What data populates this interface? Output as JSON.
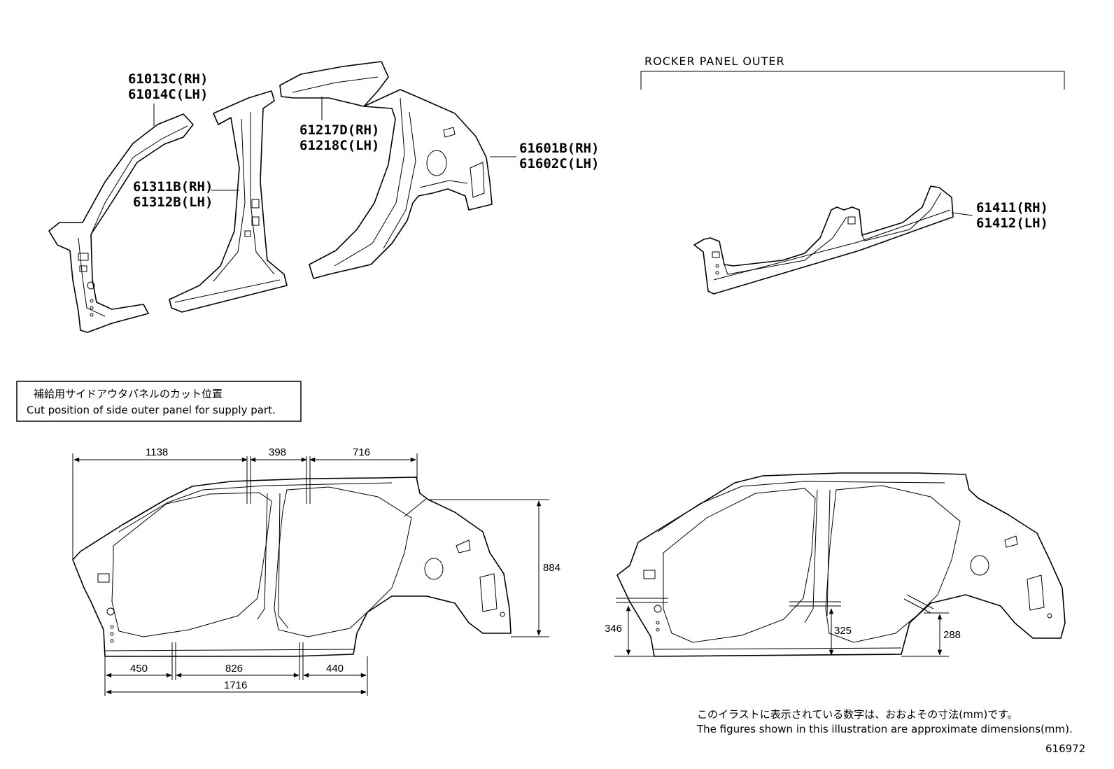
{
  "part_labels": {
    "p61013": [
      "61013C(RH)",
      "61014C(LH)"
    ],
    "p61311": [
      "61311B(RH)",
      "61312B(LH)"
    ],
    "p61217": [
      "61217D(RH)",
      "61218C(LH)"
    ],
    "p61601": [
      "61601B(RH)",
      "61602C(LH)"
    ],
    "p61411": [
      "61411(RH)",
      "61412(LH)"
    ]
  },
  "rocker_header": "ROCKER PANEL OUTER",
  "cut_box": {
    "jp": "補給用サイドアウタパネルのカット位置",
    "en": "Cut position of side outer panel for supply part."
  },
  "dimensions": {
    "top_1138": "1138",
    "top_398": "398",
    "top_716": "716",
    "height_884": "884",
    "bottom_450": "450",
    "bottom_826": "826",
    "bottom_440": "440",
    "bottom_1716": "1716",
    "height_346": "346",
    "height_325": "325",
    "height_288": "288"
  },
  "footnote": {
    "jp": "このイラストに表示されている数字は、おおよその寸法(mm)です。",
    "en": "The figures shown in this illustration are approximate dimensions(mm)."
  },
  "illustration_number": "616972"
}
